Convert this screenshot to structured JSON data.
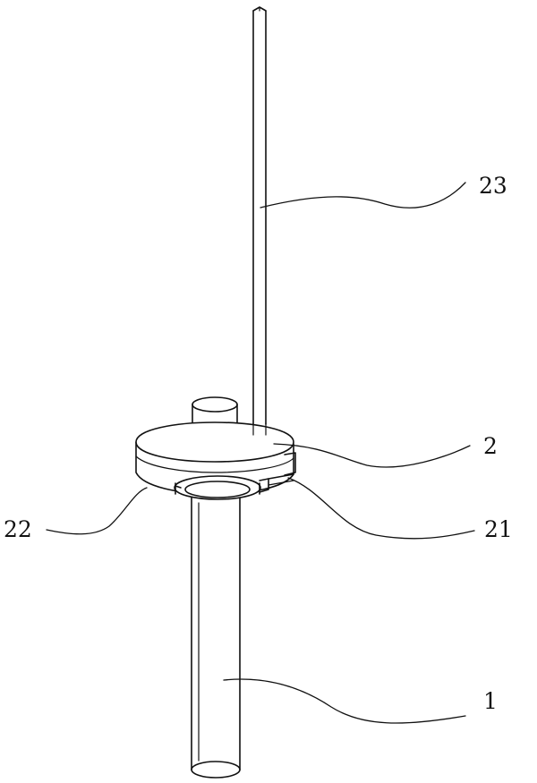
{
  "labels": {
    "rod": "23",
    "housing": "2",
    "ring_left": "22",
    "ring_right": "21",
    "pipe": "1"
  }
}
